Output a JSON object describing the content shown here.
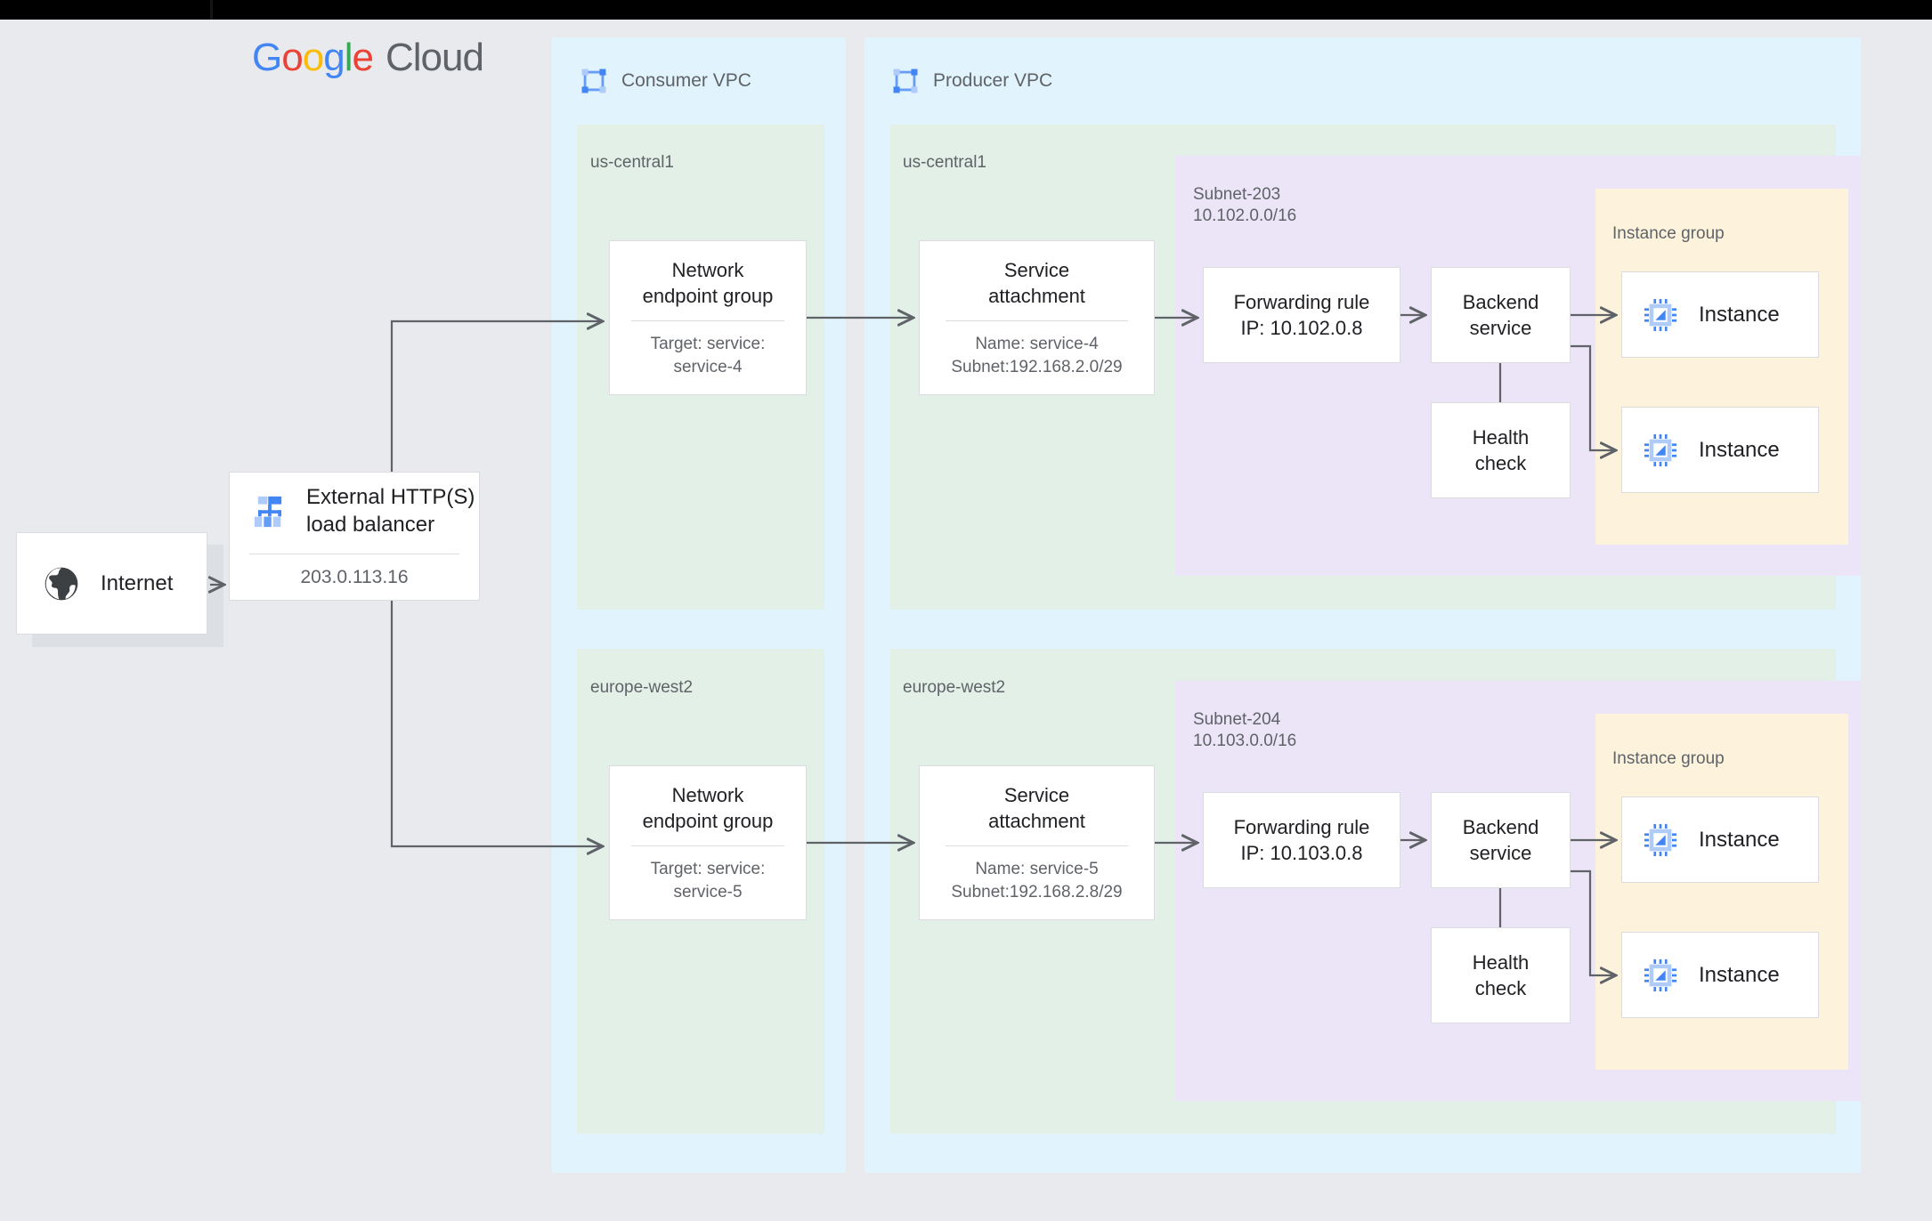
{
  "brand": {
    "g1": "G",
    "g2": "o",
    "g3": "o",
    "g4": "g",
    "g5": "l",
    "g6": "e",
    "cloud": "Cloud"
  },
  "external": {
    "internet": {
      "label": "Internet",
      "icon": "globe-icon"
    },
    "load_balancer": {
      "title_line1": "External HTTP(S)",
      "title_line2": "load balancer",
      "ip": "203.0.113.16",
      "icon": "load-balancer-icon"
    }
  },
  "vpcs": [
    {
      "id": "consumer",
      "title": "Consumer VPC",
      "icon": "vpc-icon"
    },
    {
      "id": "producer",
      "title": "Producer VPC",
      "icon": "vpc-icon"
    }
  ],
  "consumer": {
    "regions": [
      {
        "name": "us-central1",
        "neg": {
          "title_line1": "Network",
          "title_line2": "endpoint group",
          "sub_line1": "Target: service:",
          "sub_line2": "service-4"
        }
      },
      {
        "name": "europe-west2",
        "neg": {
          "title_line1": "Network",
          "title_line2": "endpoint group",
          "sub_line1": "Target: service:",
          "sub_line2": "service-5"
        }
      }
    ]
  },
  "producer": {
    "regions": [
      {
        "name": "us-central1",
        "service_attachment": {
          "title_line1": "Service",
          "title_line2": "attachment",
          "sub_line1": "Name: service-4",
          "sub_line2": "Subnet:192.168.2.0/29"
        },
        "subnet": {
          "name": "Subnet-203",
          "cidr": "10.102.0.0/16"
        },
        "forwarding_rule": {
          "line1": "Forwarding rule",
          "line2": "IP: 10.102.0.8"
        },
        "backend_service": {
          "line1": "Backend",
          "line2": "service"
        },
        "health_check": {
          "line1": "Health",
          "line2": "check"
        },
        "instance_group": {
          "label": "Instance group",
          "instances": [
            {
              "label": "Instance",
              "icon": "cpu-instance-icon"
            },
            {
              "label": "Instance",
              "icon": "cpu-instance-icon"
            }
          ]
        }
      },
      {
        "name": "europe-west2",
        "service_attachment": {
          "title_line1": "Service",
          "title_line2": "attachment",
          "sub_line1": "Name: service-5",
          "sub_line2": "Subnet:192.168.2.8/29"
        },
        "subnet": {
          "name": "Subnet-204",
          "cidr": "10.103.0.0/16"
        },
        "forwarding_rule": {
          "line1": "Forwarding rule",
          "line2": "IP: 10.103.0.8"
        },
        "backend_service": {
          "line1": "Backend",
          "line2": "service"
        },
        "health_check": {
          "line1": "Health",
          "line2": "check"
        },
        "instance_group": {
          "label": "Instance group",
          "instances": [
            {
              "label": "Instance",
              "icon": "cpu-instance-icon"
            },
            {
              "label": "Instance",
              "icon": "cpu-instance-icon"
            }
          ]
        }
      }
    ]
  },
  "colors": {
    "page_bg": "#e8eaed",
    "vpc_bg": "#e1f3fd",
    "region_bg": "#e3f0e8",
    "subnet_bg": "#ebe5f7",
    "instance_group_bg": "#fdf3dc",
    "card_bg": "#ffffff",
    "card_border": "#dadce0",
    "text_primary": "#202124",
    "text_secondary": "#5f6368",
    "connector": "#5f6368",
    "google_blue": "#4285F4",
    "google_red": "#EA4335",
    "google_yellow": "#FBBC05",
    "google_green": "#34A853",
    "icon_blue": "#669df6",
    "icon_blue_light": "#aecbfa"
  }
}
